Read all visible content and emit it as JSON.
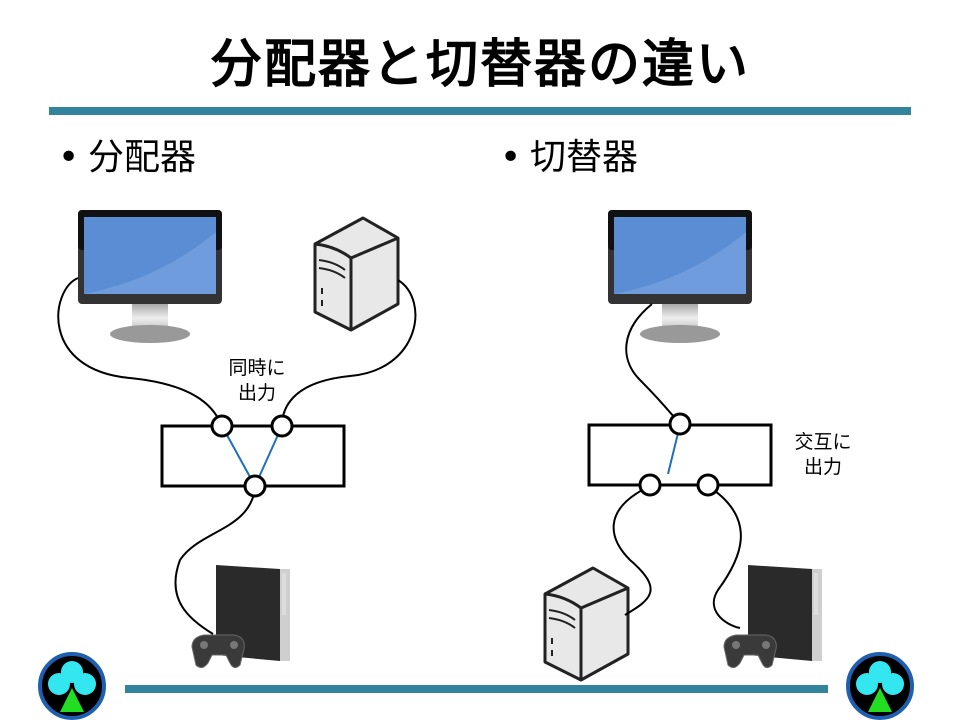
{
  "slide": {
    "title": "分配器と切替器の違い",
    "bullets": [
      {
        "marker": "•",
        "text": "分配器"
      },
      {
        "marker": "•",
        "text": "切替器"
      }
    ]
  },
  "diagrams": {
    "splitter": {
      "name": "分配器",
      "annotation_line1": "同時に",
      "annotation_line2": "出力",
      "devices": [
        "monitor",
        "server-tower",
        "game-console"
      ],
      "connection_color": "#1f6fbf"
    },
    "switcher": {
      "name": "切替器",
      "annotation_line1": "交互に",
      "annotation_line2": "出力",
      "devices": [
        "monitor",
        "server-tower",
        "game-console"
      ],
      "connection_color": "#1f6fbf"
    }
  },
  "colors": {
    "accent_rule": "#31849b",
    "screen_blue": "#5b8dd4",
    "logo_cyan": "#33e6f0",
    "logo_green": "#22dd22"
  }
}
